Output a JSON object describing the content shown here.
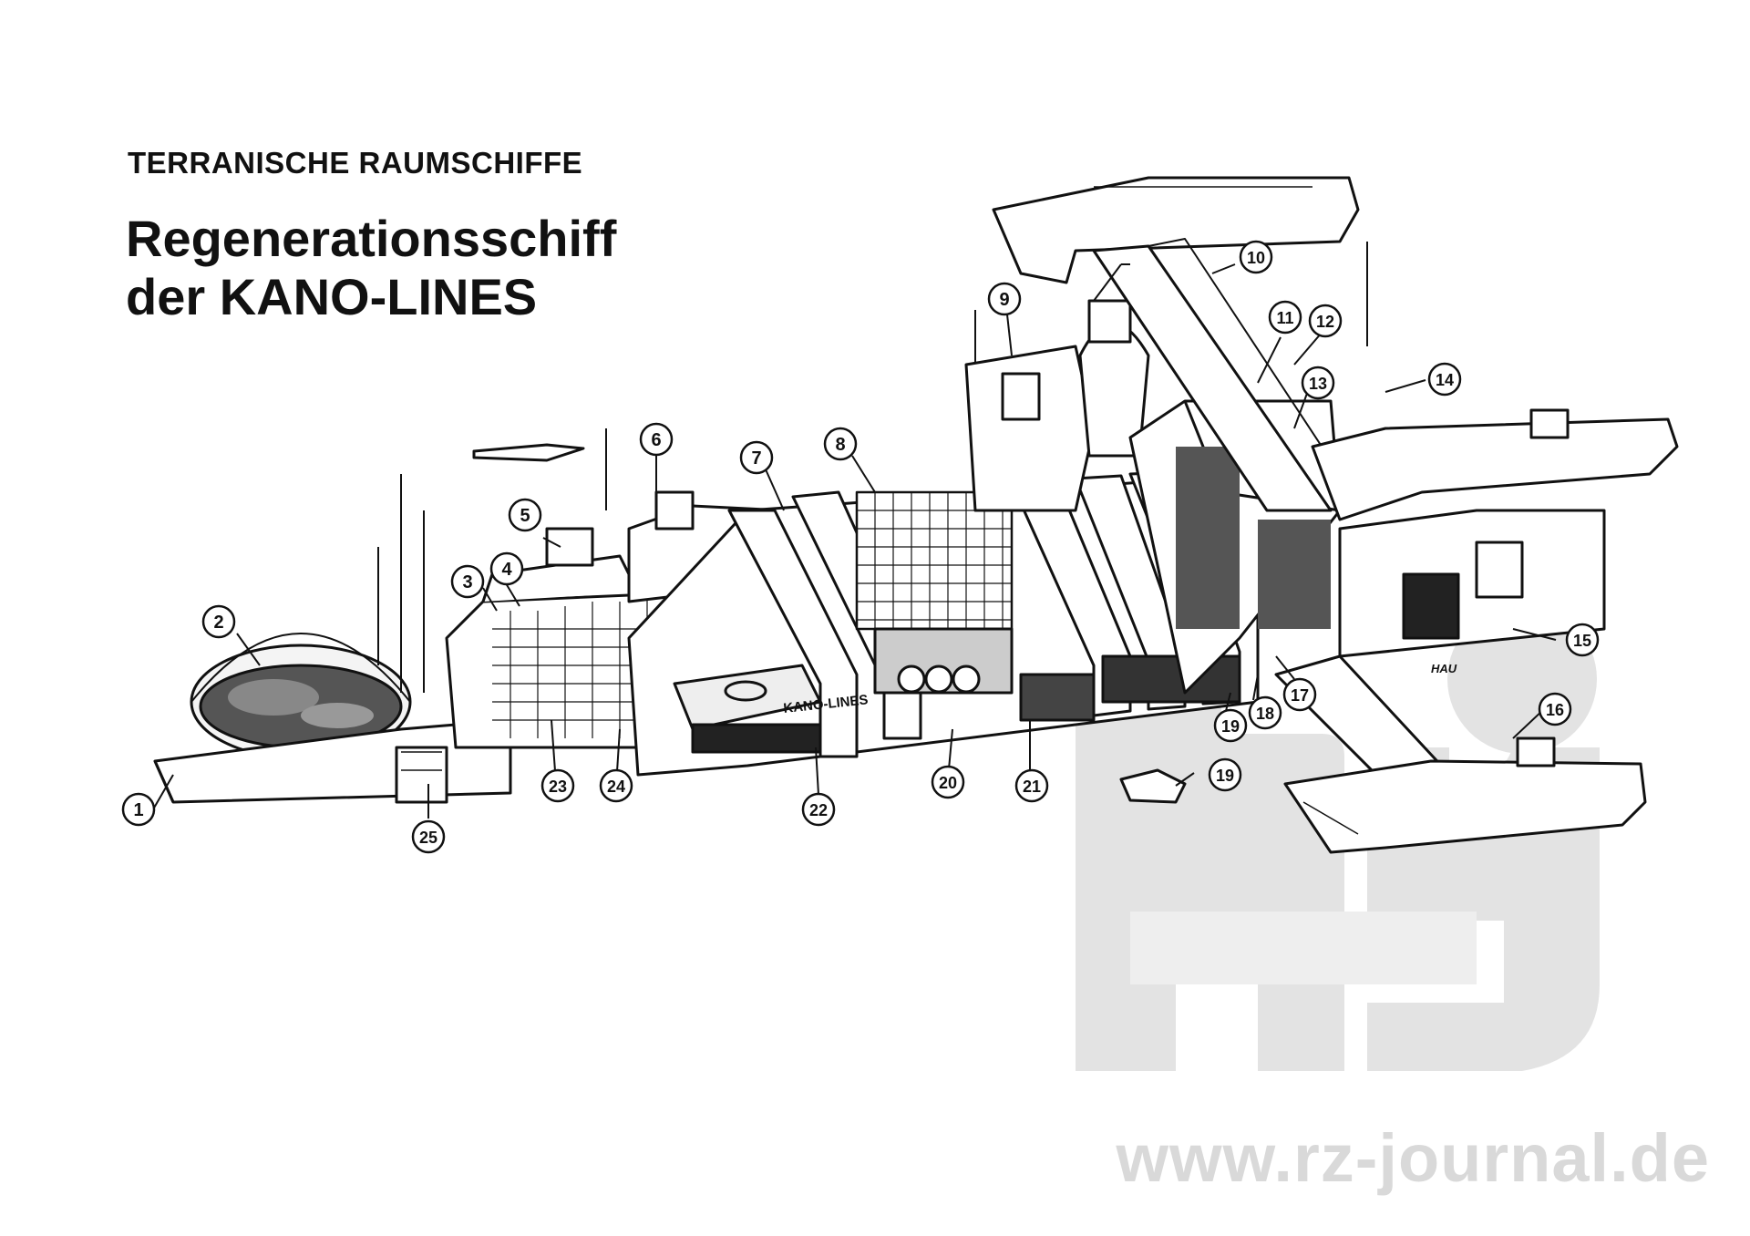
{
  "header": {
    "supertitle": "TERRANISCHE RAUMSCHIFFE",
    "title_line1": "Regenerationsschiff",
    "title_line2": "der KANO-LINES"
  },
  "ship_labels": {
    "hull_marking": "KANO-LINES",
    "artist_signature": "HAU"
  },
  "watermark": {
    "url": "www.rz-journal.de",
    "logo": "rz-logo"
  },
  "callouts": [
    "1",
    "2",
    "3",
    "4",
    "5",
    "6",
    "7",
    "8",
    "9",
    "10",
    "11",
    "12",
    "13",
    "14",
    "15",
    "16",
    "17",
    "18",
    "19",
    "19",
    "20",
    "21",
    "22",
    "23",
    "24",
    "25"
  ]
}
